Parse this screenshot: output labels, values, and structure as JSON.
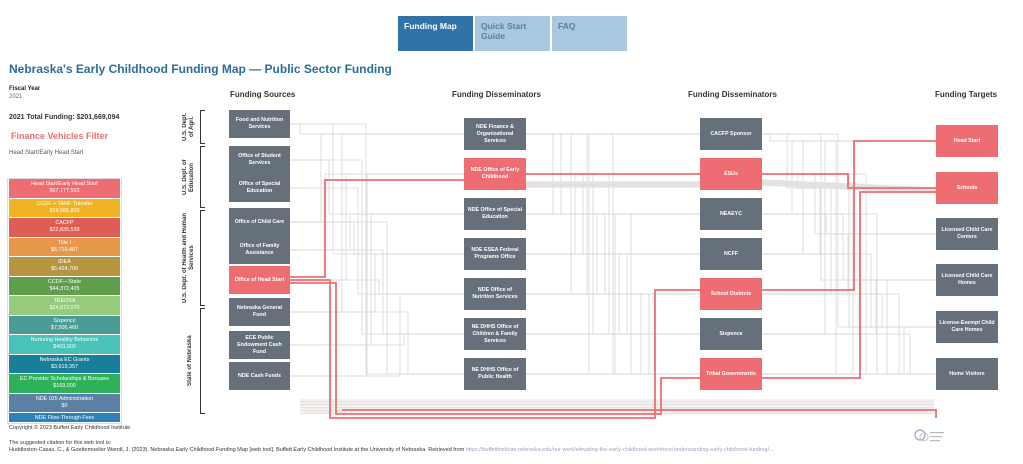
{
  "nav": {
    "tabs": [
      "Funding Map",
      "Quick Start Guide",
      "FAQ"
    ]
  },
  "title": "Nebraska's Early Childhood Funding Map — Public Sector Funding",
  "fiscal_year_label": "Fiscal Year",
  "fiscal_year_value": "2021",
  "total_funding": "2021 Total Funding: $201,669,094",
  "filter_title": "Finance Vehicles Filter",
  "filter_selected": "Head Start/Early Head Start",
  "legend": [
    {
      "label": "Head Start/Early Head Start",
      "amount": "$67,177,503",
      "color": "#ee6d73"
    },
    {
      "label": "CCDF + TANF Transfer",
      "amount": "$19,566,820",
      "color": "#f0b326"
    },
    {
      "label": "CACFP",
      "amount": "$22,835,539",
      "color": "#de5e57"
    },
    {
      "label": "Title I",
      "amount": "$5,719,487",
      "color": "#e79749"
    },
    {
      "label": "IDEA",
      "amount": "$5,424,700",
      "color": "#b5963f"
    },
    {
      "label": "CCDF—State",
      "amount": "$44,372,405",
      "color": "#5f9e4d"
    },
    {
      "label": "TEEOSA",
      "amount": "$24,872,070",
      "color": "#95cc7b"
    },
    {
      "label": "Sixpence",
      "amount": "$7,506,460",
      "color": "#4a9c94"
    },
    {
      "label": "Nurturing Healthy Behaviors",
      "amount": "$400,000",
      "color": "#49c2b8"
    },
    {
      "label": "Nebraska EC Grants",
      "amount": "$3,619,357",
      "color": "#177f9a"
    },
    {
      "label": "EC Provider Scholarships & Bonuses",
      "amount": "$169,000",
      "color": "#2fb15a"
    },
    {
      "label": "NDE 025 Administration",
      "amount": "$0",
      "color": "#5c7fa6"
    },
    {
      "label": "NDE Flow-Through Fees",
      "amount": "",
      "color": "#2a82b8"
    }
  ],
  "columns": {
    "sources": "Funding Sources",
    "disseminators1": "Funding Disseminators",
    "disseminators2": "Funding Disseminators",
    "targets": "Funding Targets"
  },
  "groups": [
    "U.S. Dept. of Agri.",
    "U.S. Dept. of Education",
    "U.S. Dept. of Health and Human Services",
    "State of Nebraska"
  ],
  "sources": [
    {
      "label": "Food and Nutrition Services",
      "active": false
    },
    {
      "label": "Office of Student Services",
      "active": false
    },
    {
      "label": "Office of Special Education",
      "active": false
    },
    {
      "label": "Office of Child Care",
      "active": false
    },
    {
      "label": "Office of Family Assistance",
      "active": false
    },
    {
      "label": "Office of Head Start",
      "active": true
    },
    {
      "label": "Nebraska General Fund",
      "active": false
    },
    {
      "label": "ECE Public Endowment Cash Fund",
      "active": false
    },
    {
      "label": "NDE Cash Funds",
      "active": false
    }
  ],
  "dissem1": [
    {
      "label": "NDE Finance & Organizational Services",
      "active": false
    },
    {
      "label": "NDE Office of Early Childhood",
      "active": true
    },
    {
      "label": "NDE Office of Special Education",
      "active": false
    },
    {
      "label": "NDE ESEA Federal Programs Office",
      "active": false
    },
    {
      "label": "NDE Office of Nutrition Services",
      "active": false
    },
    {
      "label": "NE DHHS Office of Children & Family Services",
      "active": false
    },
    {
      "label": "NE DHHS Office of Public Health",
      "active": false
    }
  ],
  "dissem2": [
    {
      "label": "CACFP Sponsor",
      "active": false
    },
    {
      "label": "ESUs",
      "active": true
    },
    {
      "label": "NEAEYC",
      "active": false
    },
    {
      "label": "NCFF",
      "active": false
    },
    {
      "label": "School Districts",
      "active": true
    },
    {
      "label": "Sixpence",
      "active": false
    },
    {
      "label": "Tribal Governments",
      "active": true
    }
  ],
  "targets": [
    {
      "label": "Head Start",
      "active": true
    },
    {
      "label": "Schools",
      "active": true
    },
    {
      "label": "Licensed Child Care Centers",
      "active": false
    },
    {
      "label": "Licensed Child Care Homes",
      "active": false
    },
    {
      "label": "License-Exempt Child Care Homes",
      "active": false
    },
    {
      "label": "Home Visitors",
      "active": false
    }
  ],
  "copyright": "Copyright © 2023 Buffett Early Childhood Institute",
  "citation_intro": "The suggested citation for this web tool is:",
  "citation_text": "Huddleston-Casas, C., & Goettemoeller Wendl, J. (2023). Nebraska Early Childhood Funding Map [web tool]. Buffett Early Childhood Institute at the University of Nebraska. Retrieved from ",
  "citation_link": "https://buffettinstitute.nebraska.edu/our-work/elevating-the-early-childhood-workforce/understanding-early-childhood-funding/...",
  "colors": {
    "accent": "#2f73a8",
    "active": "#ee6d73",
    "node": "#65707a",
    "flow": "#d9d6d3"
  }
}
